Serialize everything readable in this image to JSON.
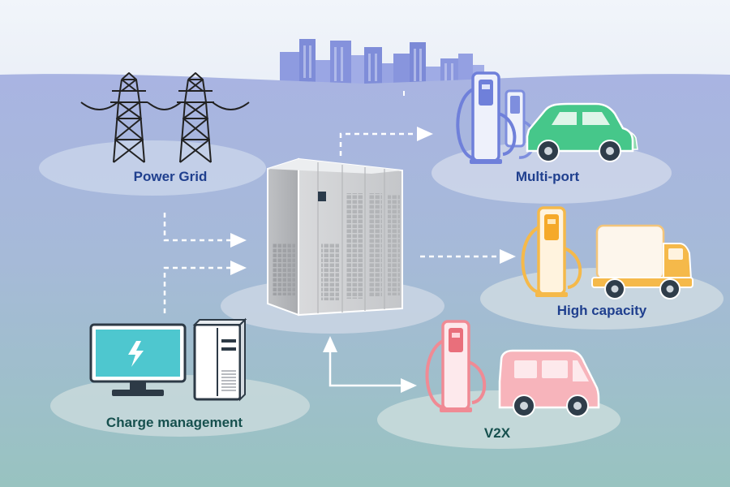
{
  "labels": {
    "power_grid": "Power Grid",
    "multi_port": "Multi-port",
    "high_capacity": "High capacity",
    "charge_management": "Charge management",
    "v2x": "V2X"
  },
  "icons": {
    "power_grid": "transmission-tower-icon",
    "converter": "power-converter-cabinet-icon",
    "multi_port": "multi-port-charger-with-car-icon",
    "high_capacity": "high-capacity-charger-with-truck-icon",
    "v2x": "v2x-charger-with-van-icon",
    "charge_management": "computer-with-lightning-icon",
    "city": "city-skyline-icon"
  },
  "colors": {
    "sky_top": "#f1f5fa",
    "sky_bottom": "#cbd3ea",
    "ground_top": "#a9b4e2",
    "ground_bottom": "#98c3c0",
    "label_blue": "#1f3f8e",
    "label_teal": "#16504e",
    "multi_port": "#46c78a",
    "high_capacity": "#f5b94a",
    "v2x": "#f29aa2",
    "charge_screen": "#4ec7cf"
  }
}
